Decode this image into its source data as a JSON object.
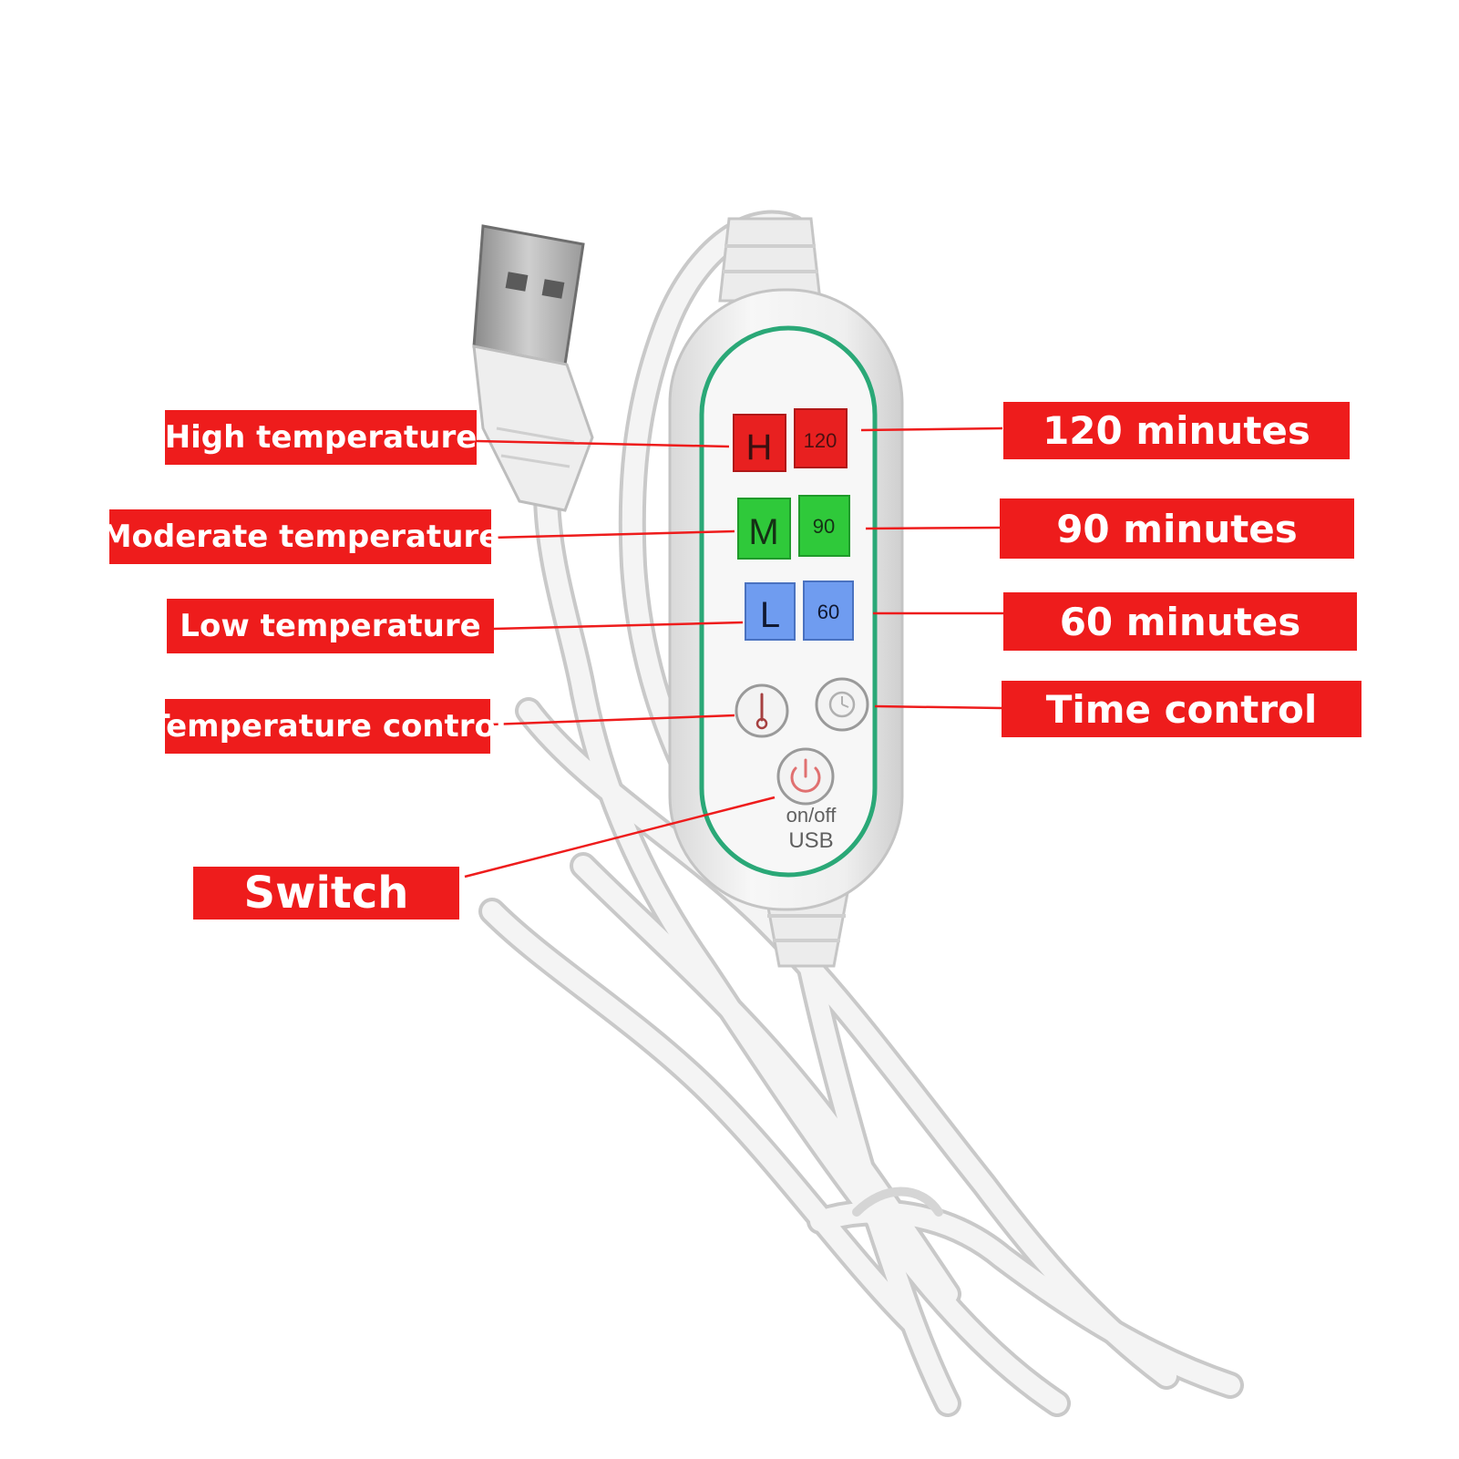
{
  "labels": {
    "high_temperature": "High temperature",
    "moderate_temperature": "Moderate temperature",
    "low_temperature": "Low temperature",
    "temperature_control": "Temperature control",
    "switch": "Switch",
    "min_120": "120 minutes",
    "min_90": "90 minutes",
    "min_60": "60 minutes",
    "time_control": "Time control"
  },
  "device": {
    "key_high": "H",
    "key_moderate": "M",
    "key_low": "L",
    "key_120": "120",
    "key_90": "90",
    "key_60": "60",
    "power_text": "on/off",
    "usb_text": "USB"
  },
  "icons": {
    "temperature_button": "thermometer-icon",
    "time_button": "clock-icon",
    "power_button": "power-icon"
  },
  "colors": {
    "label_bg": "#ee1c1c",
    "high": "#e82020",
    "moderate": "#2fc93a",
    "low": "#6f9cf0",
    "accent_ring": "#2aa877"
  }
}
